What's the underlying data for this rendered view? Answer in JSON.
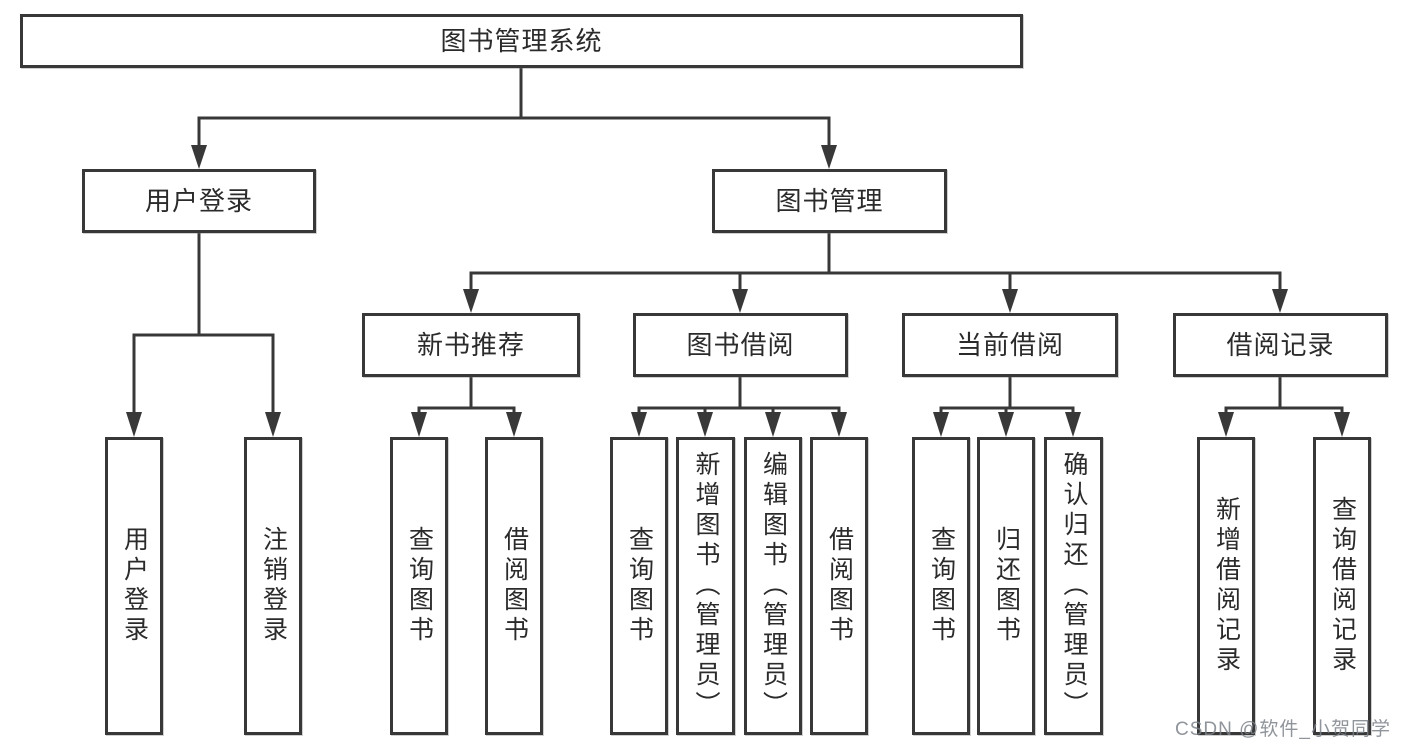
{
  "diagram_type": "hierarchy-tree",
  "colors": {
    "line": "#383838",
    "box_border": "#383838",
    "box_fill": "#ffffff",
    "text": "#2b2b2b",
    "watermark": "#7d828a"
  },
  "tree": {
    "label": "图书管理系统",
    "children": [
      {
        "label": "用户登录",
        "children": [
          {
            "label": "用户登录"
          },
          {
            "label": "注销登录"
          }
        ]
      },
      {
        "label": "图书管理",
        "children": [
          {
            "label": "新书推荐",
            "children": [
              {
                "label": "查询图书"
              },
              {
                "label": "借阅图书"
              }
            ]
          },
          {
            "label": "图书借阅",
            "children": [
              {
                "label": "查询图书"
              },
              {
                "label": "新增图书（管理员）"
              },
              {
                "label": "编辑图书（管理员）"
              },
              {
                "label": "借阅图书"
              }
            ]
          },
          {
            "label": "当前借阅",
            "children": [
              {
                "label": "查询图书"
              },
              {
                "label": "归还图书"
              },
              {
                "label": "确认归还（管理员）"
              }
            ]
          },
          {
            "label": "借阅记录",
            "children": [
              {
                "label": "新增借阅记录"
              },
              {
                "label": "查询借阅记录"
              }
            ]
          }
        ]
      }
    ]
  },
  "watermark": {
    "text": "CSDN @软件_小贺同学"
  }
}
